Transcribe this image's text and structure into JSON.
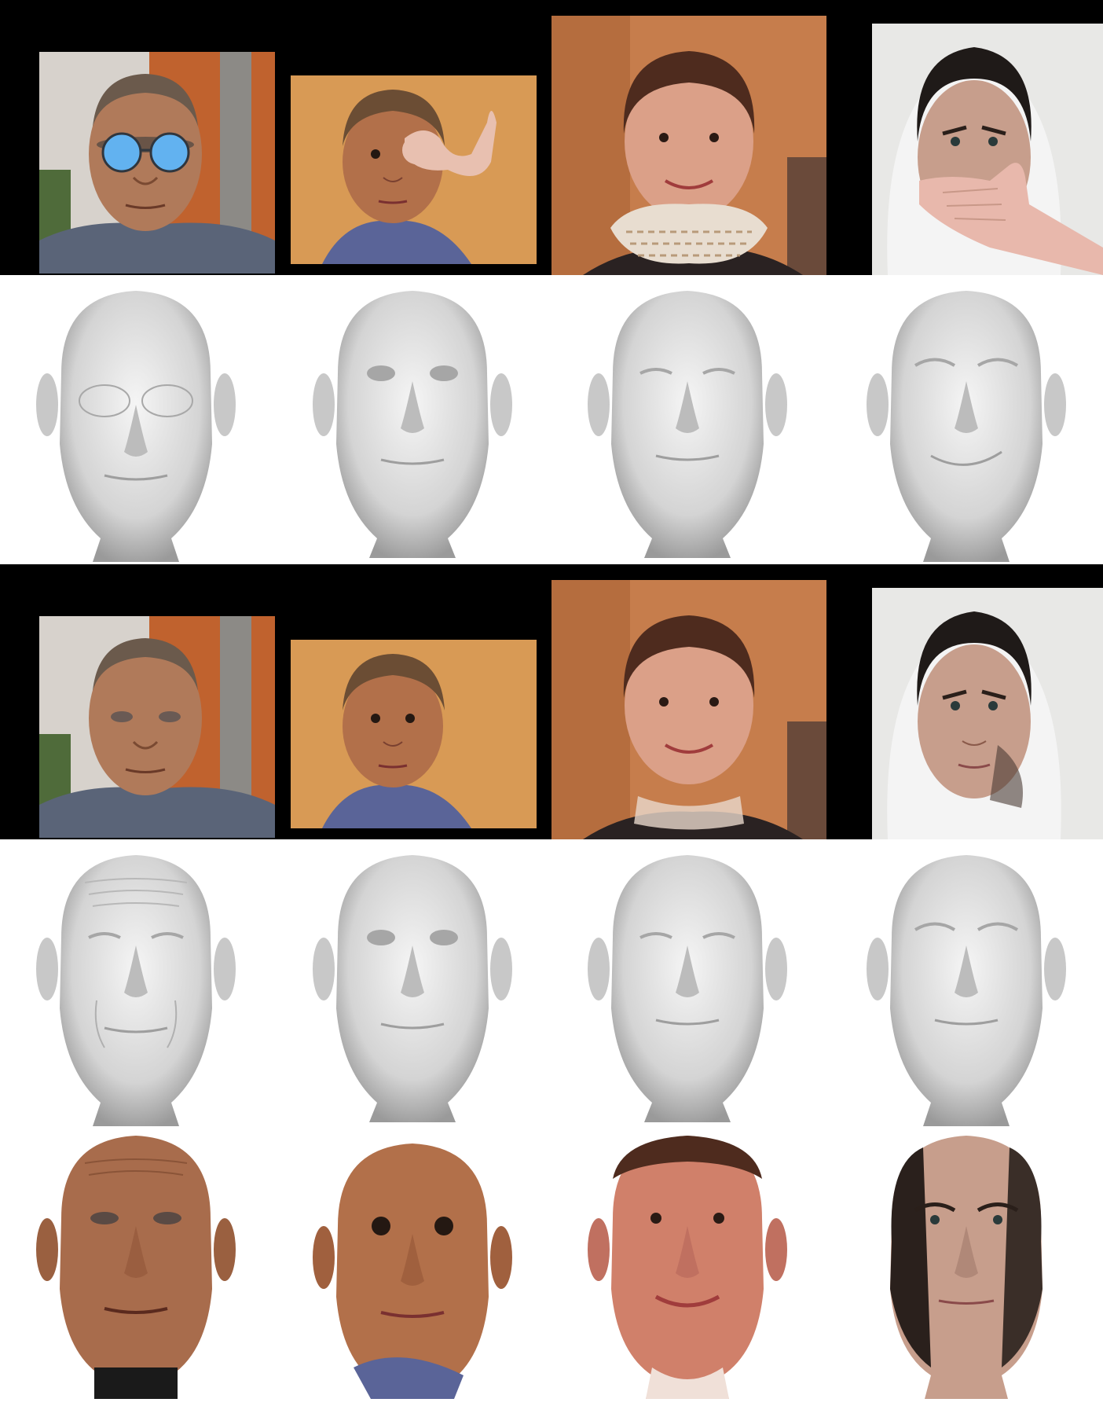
{
  "figure": {
    "rows": [
      {
        "id": "occluded-inputs",
        "kind": "photo",
        "background": "#000000"
      },
      {
        "id": "mesh-from-occluded",
        "kind": "mesh",
        "background": "#ffffff"
      },
      {
        "id": "deoccluded-inputs",
        "kind": "photo",
        "background": "#000000"
      },
      {
        "id": "mesh-from-deoccluded",
        "kind": "mesh",
        "background": "#ffffff"
      },
      {
        "id": "textured-faces",
        "kind": "texture",
        "background": "#ffffff"
      }
    ],
    "subjects": [
      {
        "id": "older-man",
        "occluder": "blue-sunglasses",
        "skin": "#b07a5a",
        "hair": "#6b5a4c",
        "bg": "#c0622e"
      },
      {
        "id": "boy",
        "occluder": "ok-hand-gesture",
        "skin": "#b2704a",
        "hair": "#6b4d34",
        "bg": "#d89a55"
      },
      {
        "id": "young-man",
        "occluder": "scarf",
        "skin": "#dba088",
        "hair": "#4e2b1e",
        "bg": "#c67d4c"
      },
      {
        "id": "hooded-man",
        "occluder": "hand-over-mouth",
        "skin": "#c79e8c",
        "hair": "#1f1a18",
        "bg": "#e8e8e6"
      }
    ],
    "colors": {
      "mesh_light": "#efefef",
      "mesh_mid": "#cdcdcd",
      "mesh_dark": "#9a9a9a",
      "glasses": "#62b2f0",
      "scarf": "#e8ddd0",
      "hand": "#e8b8ac",
      "hood": "#f4f4f4"
    }
  }
}
